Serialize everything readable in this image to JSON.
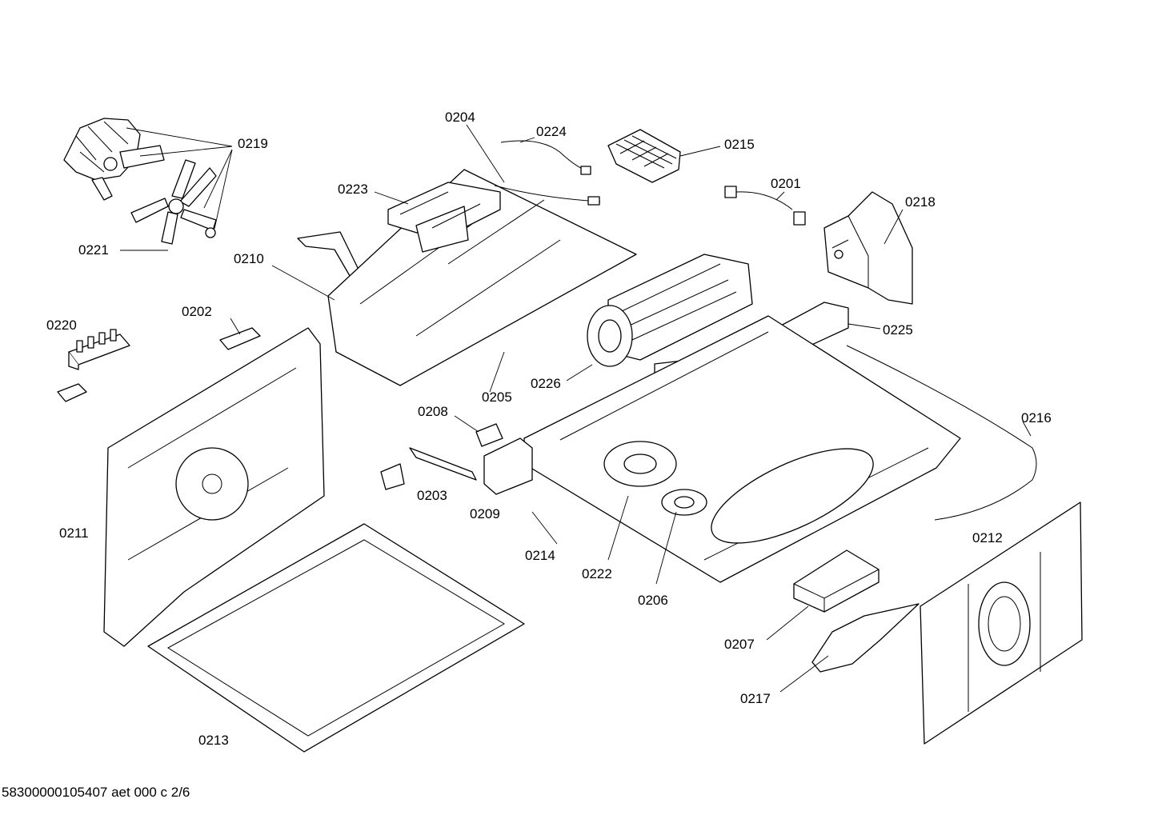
{
  "drawing": {
    "footer_text": "58300000105407 aet 000 c 2/6"
  },
  "parts": {
    "p0201": "0201",
    "p0202": "0202",
    "p0203": "0203",
    "p0204": "0204",
    "p0205": "0205",
    "p0206": "0206",
    "p0207": "0207",
    "p0208": "0208",
    "p0209": "0209",
    "p0210": "0210",
    "p0211": "0211",
    "p0212": "0212",
    "p0213": "0213",
    "p0214": "0214",
    "p0215": "0215",
    "p0216": "0216",
    "p0217": "0217",
    "p0218": "0218",
    "p0219": "0219",
    "p0220": "0220",
    "p0221": "0221",
    "p0222": "0222",
    "p0223": "0223",
    "p0224": "0224",
    "p0225": "0225",
    "p0226": "0226"
  }
}
